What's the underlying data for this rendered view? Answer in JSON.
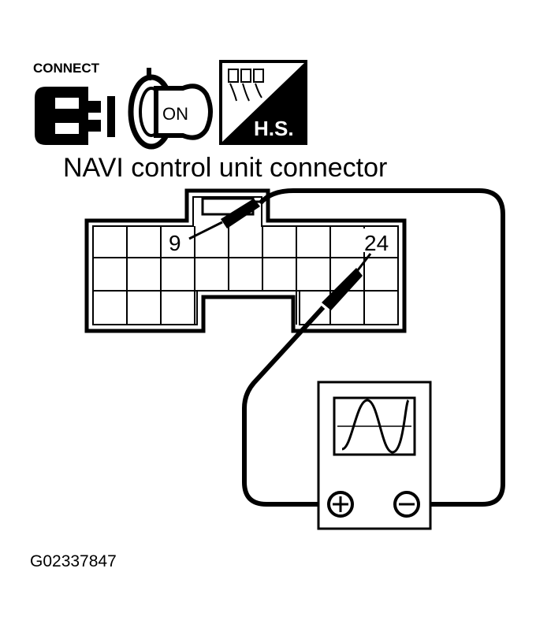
{
  "icons": {
    "connect_label": "CONNECT",
    "ignition_label": "ON",
    "hs_label": "H.S."
  },
  "title": "NAVI control unit connector",
  "terminals": {
    "pin_a": "9",
    "pin_b": "24"
  },
  "oscilloscope": {
    "plus": "+",
    "minus": "−"
  },
  "figure_id": "G02337847"
}
